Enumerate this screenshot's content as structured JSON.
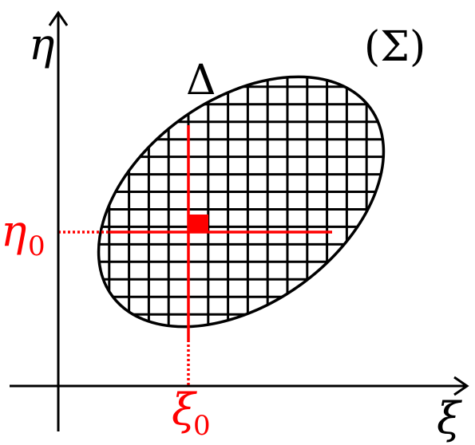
{
  "labels": {
    "eta_axis": "η",
    "xi_axis": "ξ",
    "sigma": "(Σ)",
    "delta": "Δ",
    "eta0_symbol": "η",
    "eta0_subscript": "0",
    "xi0_symbol": "ξ",
    "xi0_subscript": "0"
  },
  "colors": {
    "axis": "#000000",
    "region_outline": "#000000",
    "grid": "#000000",
    "highlight": "#ff0000",
    "background": "#ffffff"
  }
}
